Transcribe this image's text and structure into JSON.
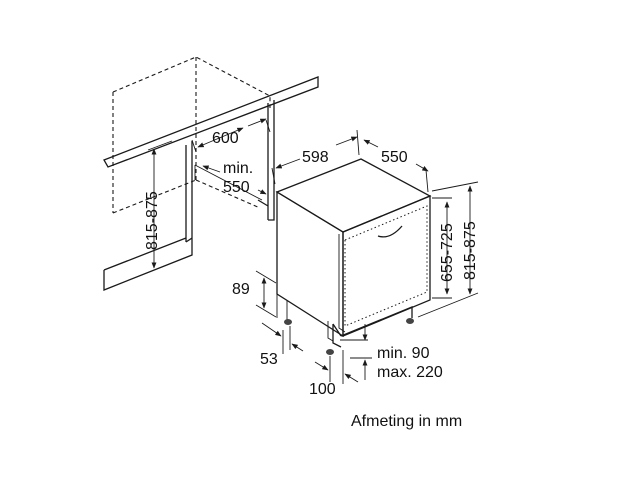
{
  "labels": {
    "cavity_width": "600",
    "min_width_line1": "min.",
    "min_width_line2": "550",
    "cavity_height": "815-875",
    "appliance_width": "598",
    "appliance_depth": "550",
    "door_height": "655-725",
    "appliance_height": "815-875",
    "plinth_height": "89",
    "foot_offset": "53",
    "foot_depth": "100",
    "plinth_min": "min. 90",
    "plinth_max": "max. 220",
    "caption": "Afmeting in mm"
  }
}
